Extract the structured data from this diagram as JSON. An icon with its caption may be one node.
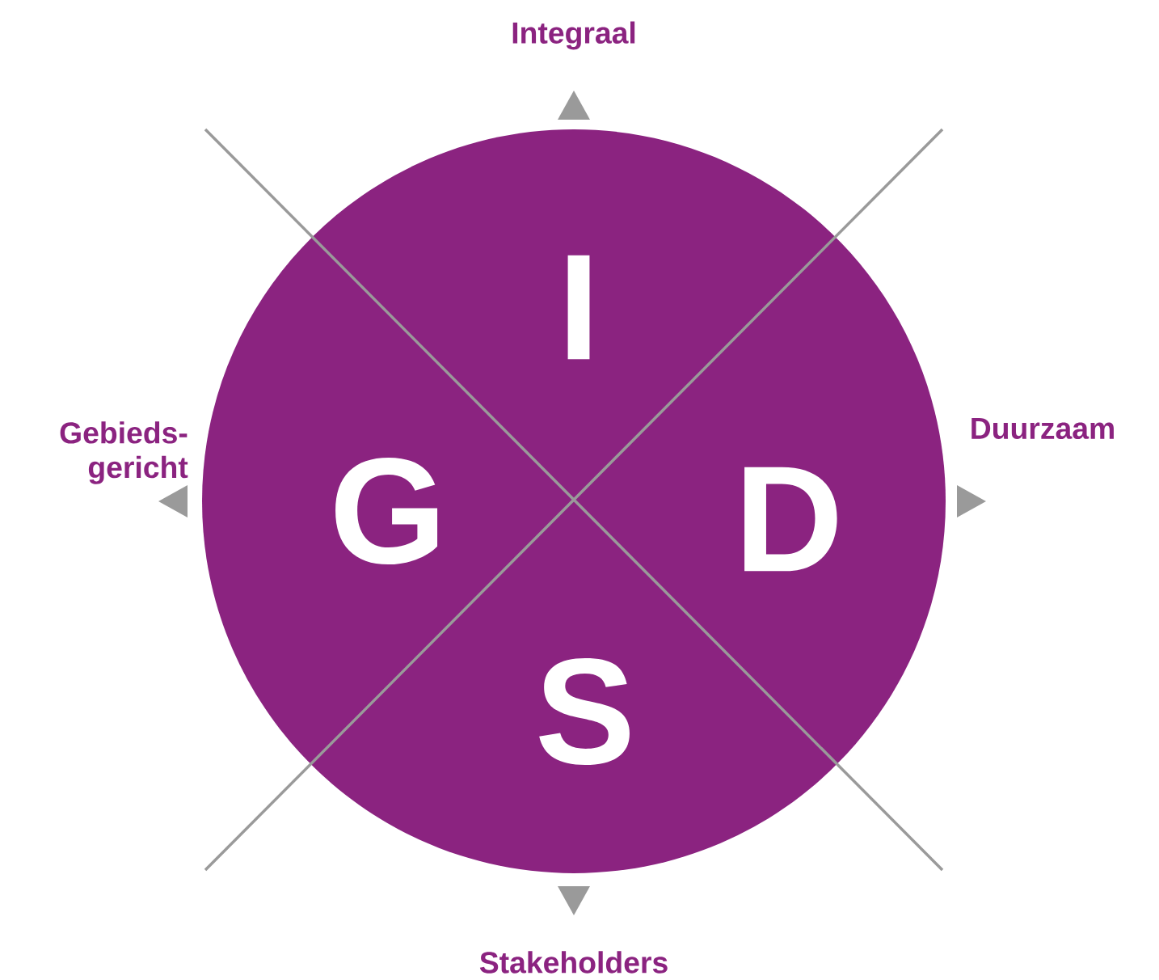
{
  "diagram": {
    "nodes": [
      {
        "text": [
          "I",
          "G",
          "D",
          "S"
        ]
      }
    ],
    "labels": [
      "Integraal",
      "Gebieds- gericht",
      "Duurzaam",
      "Stakeholders"
    ]
  }
}
